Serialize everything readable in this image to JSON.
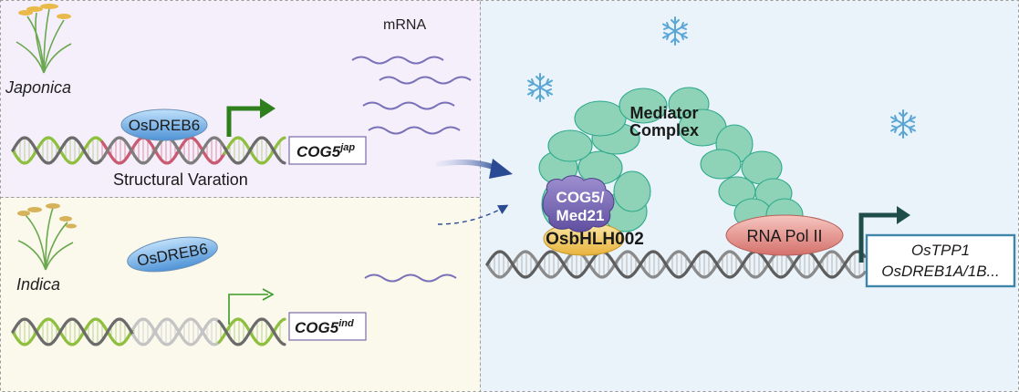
{
  "panels": {
    "japonica": {
      "label": "Japonica",
      "factor": "OsDREB6",
      "gene_base": "COG5",
      "gene_sup": "jap",
      "note": "Structural Varation"
    },
    "indica": {
      "label": "Indica",
      "factor": "OsDREB6",
      "gene_base": "COG5",
      "gene_sup": "ind"
    },
    "mrna_label": "mRNA"
  },
  "complex": {
    "mediator_line1": "Mediator",
    "mediator_line2": "Complex",
    "cog5_line1": "COG5/",
    "cog5_line2": "Med21",
    "bhlh": "OsbHLH002",
    "polii": "RNA Pol II",
    "targets_line1": "OsTPP1",
    "targets_line2": "OsDREB1A/1B..."
  },
  "colors": {
    "japonica_bg": "#f5effb",
    "indica_bg": "#fbf8ec",
    "right_bg": "#eaf3f9",
    "dna_green": "#8fbf3f",
    "dna_grey": "#7c7c7c",
    "dna_red": "#c95a72",
    "mrna": "#7a72b8",
    "arrow_green": "#2f7f1c",
    "mediator": "#8ed3b8",
    "cog5": "#7c6bb3",
    "bhlh": "#f3cf6b",
    "polii": "#e08b85",
    "target_border": "#3f84a9",
    "flow_arrow": "#2b4a94",
    "snowflake": "#5aa7d6",
    "dreb": "#6ea8dc"
  }
}
